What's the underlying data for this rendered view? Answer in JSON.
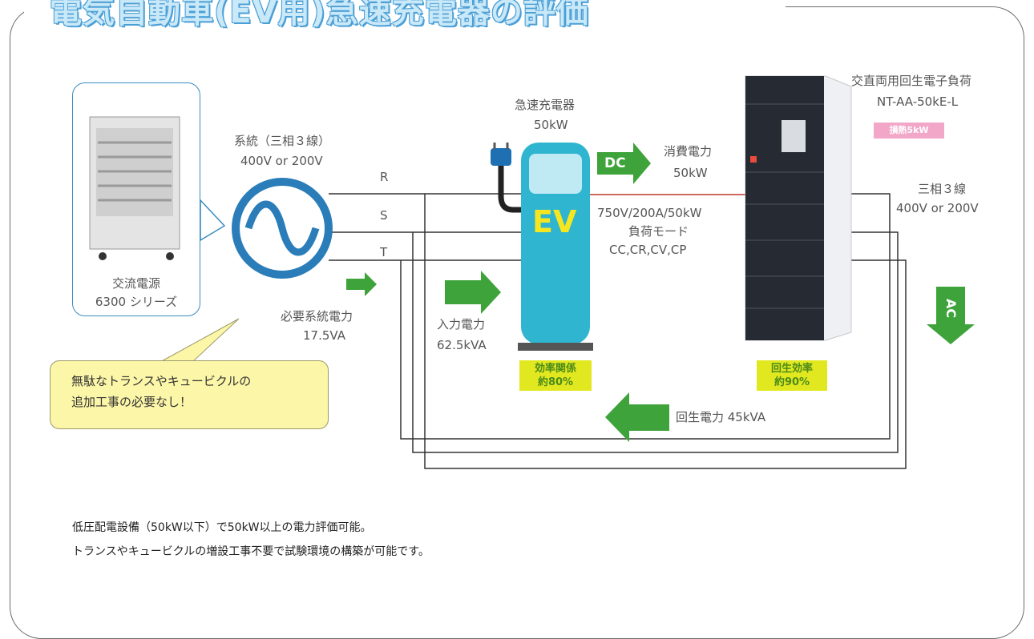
{
  "title": "電気自動車(EV用)急速充電器の評価",
  "source": {
    "name": "交流電源",
    "series": "6300 シリーズ"
  },
  "grid": {
    "label": "系統（三相３線）",
    "voltage": "400V or 200V"
  },
  "phases": [
    "R",
    "S",
    "T"
  ],
  "required_power": {
    "label": "必要系統電力",
    "value": "17.5VA"
  },
  "charger": {
    "label": "急速充電器",
    "power": "50kW",
    "screen_text": "EV"
  },
  "input_power": {
    "label": "入力電力",
    "value": "62.5kVA"
  },
  "efficiency_charger": {
    "line1": "効率関係",
    "line2": "約80%"
  },
  "dc": {
    "arrow_text": "DC",
    "label": "消費電力",
    "value": "50kW"
  },
  "load_mode": {
    "spec": "750V/200A/50kW",
    "label": "負荷モード",
    "modes": "CC,CR,CV,CP"
  },
  "load": {
    "name": "交直両用回生電子負荷",
    "model": "NT-AA-50kE-L",
    "pink_tag": "損熱5kW"
  },
  "three_phase": {
    "label": "三相３線",
    "voltage": "400V or 200V"
  },
  "ac_arrow_text": "AC",
  "efficiency_regen": {
    "line1": "回生効率",
    "line2": "約90%"
  },
  "regen_power": {
    "label": "回生電力 45kVA"
  },
  "note": {
    "line1": "無駄なトランスやキュービクルの",
    "line2": "追加工事の必要なし！"
  },
  "footer": {
    "line1": "低圧配電設備（50kW以下）で50kW以上の電力評価可能。",
    "line2": "トランスやキュービクルの増設工事不要で試験環境の構築が可能です。"
  },
  "colors": {
    "accent_blue": "#2a7db8",
    "arrow_green": "#3ea33a",
    "charger_teal": "#2fb5cf",
    "badge_yellow": "#e2e820",
    "wire_red": "#c0392b"
  }
}
